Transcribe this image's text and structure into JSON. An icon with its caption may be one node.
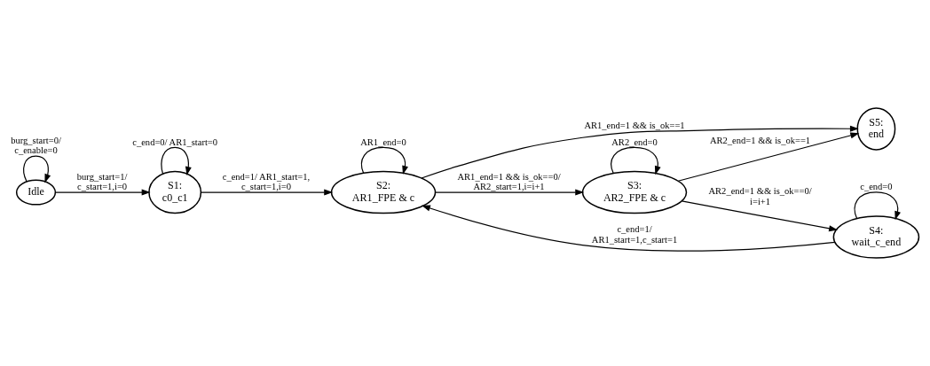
{
  "diagram": {
    "nodes": [
      {
        "text": [
          "Idle"
        ]
      },
      {
        "text": [
          "S1:",
          "c0_c1"
        ]
      },
      {
        "text": [
          "S2:",
          "AR1_FPE & c"
        ]
      },
      {
        "text": [
          "S5:",
          "end"
        ]
      },
      {
        "text": [
          "S4:",
          "wait_c_end"
        ]
      },
      {
        "text": [
          "S3:",
          "AR2_FPE & c"
        ]
      }
    ],
    "edges": [
      {
        "from": 0,
        "to": 1,
        "arrow": "to",
        "label": "burg_start=1/ c_start=1,i=0"
      },
      {
        "from": 0,
        "to": 0,
        "arrow": "to",
        "label": "burg_start=0/ c_enable=0"
      },
      {
        "from": 1,
        "to": 1,
        "arrow": "to",
        "label": "c_end=0/ AR1_start=0"
      },
      {
        "from": 1,
        "to": 2,
        "arrow": "to",
        "label": "c_end=1/ AR1_start=1, c_start=1,i=0"
      },
      {
        "from": 2,
        "to": 2,
        "arrow": "to",
        "label": "AR1_end=0"
      },
      {
        "from": 2,
        "to": 3,
        "arrow": "to",
        "label": "AR1_end=1 && is_ok==1"
      },
      {
        "from": 2,
        "to": 5,
        "arrow": "to",
        "label": "AR1_end=1 && is_ok==0/ AR2_start=1,i=i+1"
      },
      {
        "from": 4,
        "to": 2,
        "arrow": "to",
        "label": "c_end=1/ AR1_start=1,c_start=1"
      },
      {
        "from": 4,
        "to": 4,
        "arrow": "to",
        "label": "c_end=0"
      },
      {
        "from": 5,
        "to": 4,
        "arrow": "to",
        "label": "AR2_end=1 && is_ok==0/ i=i+1"
      },
      {
        "from": 5,
        "to": 3,
        "arrow": "to",
        "label": "AR2_end=1 && is_ok==1"
      },
      {
        "from": 5,
        "to": 5,
        "arrow": "to",
        "label": "AR2_end=0"
      }
    ]
  }
}
